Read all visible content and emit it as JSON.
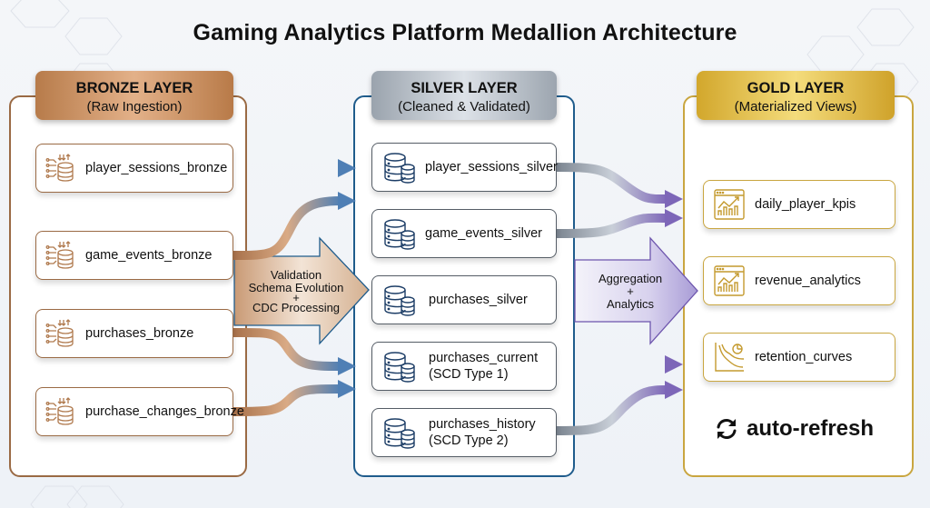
{
  "title": "Gaming Analytics Platform Medallion Architecture",
  "layers": {
    "bronze": {
      "name": "BRONZE LAYER",
      "subtitle": "(Raw Ingestion)",
      "color": "#9a6a44",
      "tables": [
        {
          "name": "player_sessions_bronze",
          "icon": "database-ingest-icon"
        },
        {
          "name": "game_events_bronze",
          "icon": "database-ingest-icon"
        },
        {
          "name": "purchases_bronze",
          "icon": "database-ingest-icon"
        },
        {
          "name": "purchase_changes_bronze",
          "icon": "database-ingest-icon"
        }
      ]
    },
    "silver": {
      "name": "SILVER LAYER",
      "subtitle": "(Cleaned & Validated)",
      "color": "#1f5c8c",
      "tables": [
        {
          "name": "player_sessions_silver",
          "line2": "",
          "icon": "database-stack-icon"
        },
        {
          "name": "game_events_silver",
          "line2": "",
          "icon": "database-stack-icon"
        },
        {
          "name": "purchases_silver",
          "line2": "",
          "icon": "database-stack-icon"
        },
        {
          "name": "purchases_current",
          "line2": "(SCD Type 1)",
          "icon": "database-stack-icon"
        },
        {
          "name": "purchases_history",
          "line2": "(SCD Type 2)",
          "icon": "database-stack-icon"
        }
      ]
    },
    "gold": {
      "name": "GOLD LAYER",
      "subtitle": "(Materialized Views)",
      "color": "#c9a640",
      "views": [
        {
          "name": "daily_player_kpis",
          "icon": "chart-dashboard-icon"
        },
        {
          "name": "revenue_analytics",
          "icon": "chart-dashboard-icon"
        },
        {
          "name": "retention_curves",
          "icon": "retention-curve-icon"
        }
      ],
      "auto_refresh": "auto-refresh"
    }
  },
  "transitions": {
    "bronze_to_silver": {
      "lines": [
        "Validation",
        "Schema Evolution",
        "+",
        "CDC Processing"
      ]
    },
    "silver_to_gold": {
      "lines": [
        "Aggregation",
        "+",
        "Analytics"
      ]
    }
  }
}
